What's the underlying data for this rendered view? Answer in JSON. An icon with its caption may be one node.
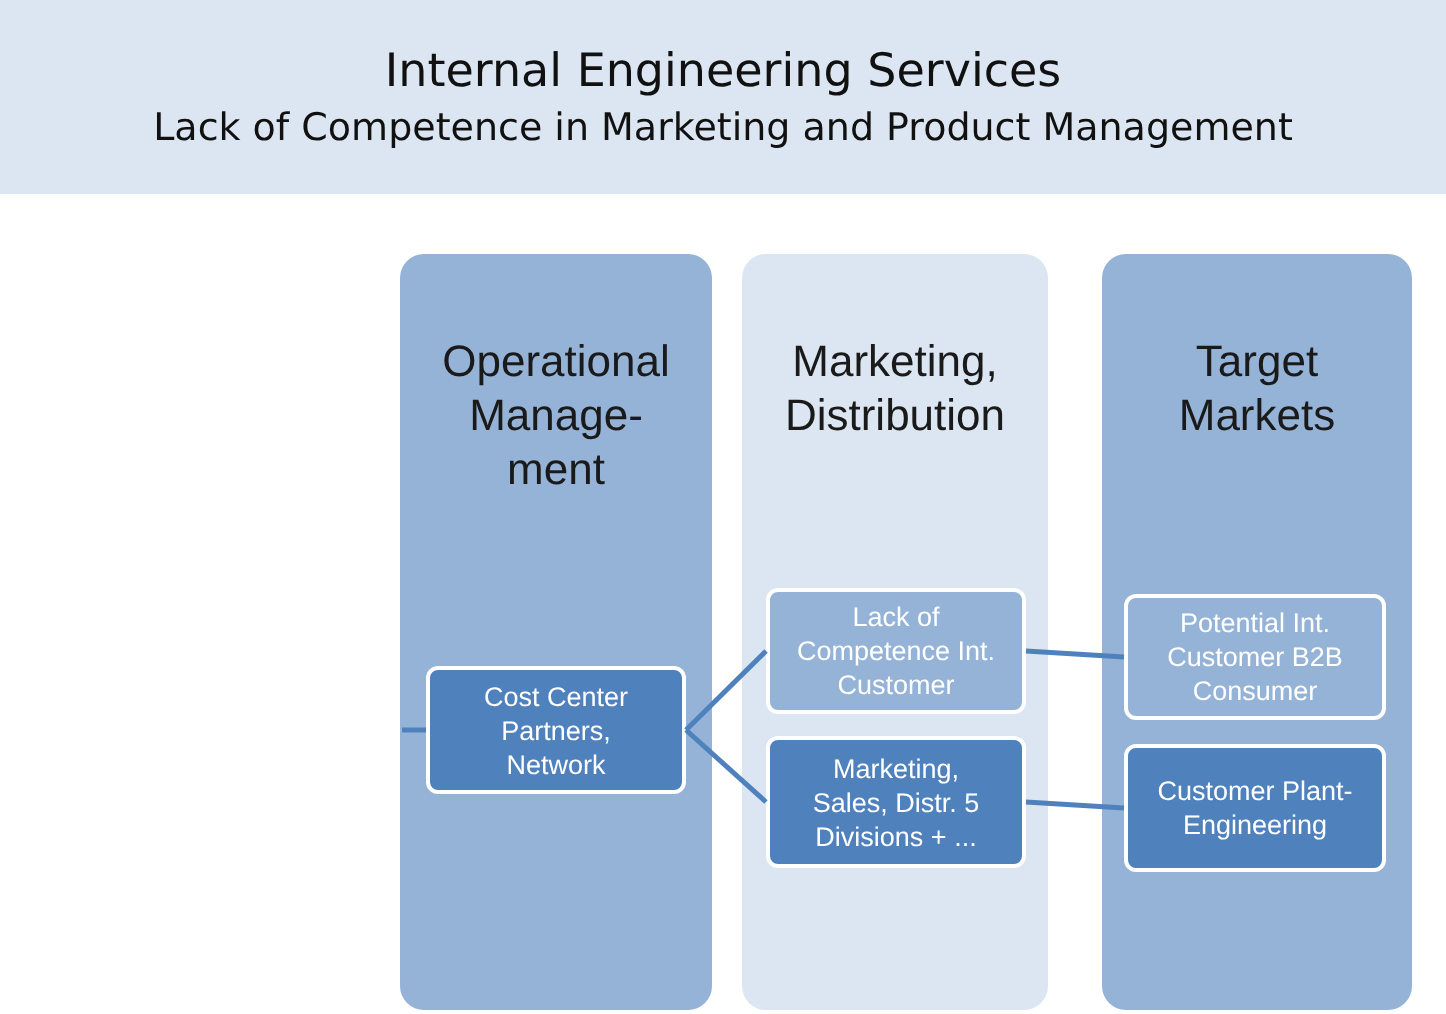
{
  "diagram": {
    "nodes": [
      {
        "text": [
          "Internal Engineering Services",
          "Lack of Competence in Marketing and Product Management"
        ]
      },
      {
        "text": [
          "Operational Manage- ment"
        ]
      },
      {
        "text": [
          "Marketing, Distribution"
        ]
      },
      {
        "text": [
          "Target Markets"
        ]
      },
      {
        "text": [
          "Cost Center Partners, Network"
        ],
        "in": 1
      },
      {
        "text": [
          "Lack of Competence Int. Customer"
        ],
        "in": 2
      },
      {
        "text": [
          "Marketing, Sales, Distr. 5 Divisions + ..."
        ],
        "in": 2
      },
      {
        "text": [
          "Potential Int. Customer B2B Consumer"
        ],
        "in": 3
      },
      {
        "text": [
          "Customer Plant- Engineering"
        ],
        "in": 3
      }
    ],
    "edges": [
      {
        "from": null,
        "to": 4,
        "arrow": "none"
      },
      {
        "from": 4,
        "to": 5,
        "arrow": "none"
      },
      {
        "from": 4,
        "to": 6,
        "arrow": "none"
      },
      {
        "from": 5,
        "to": 7,
        "arrow": "none"
      },
      {
        "from": 6,
        "to": 8,
        "arrow": "none"
      }
    ]
  }
}
